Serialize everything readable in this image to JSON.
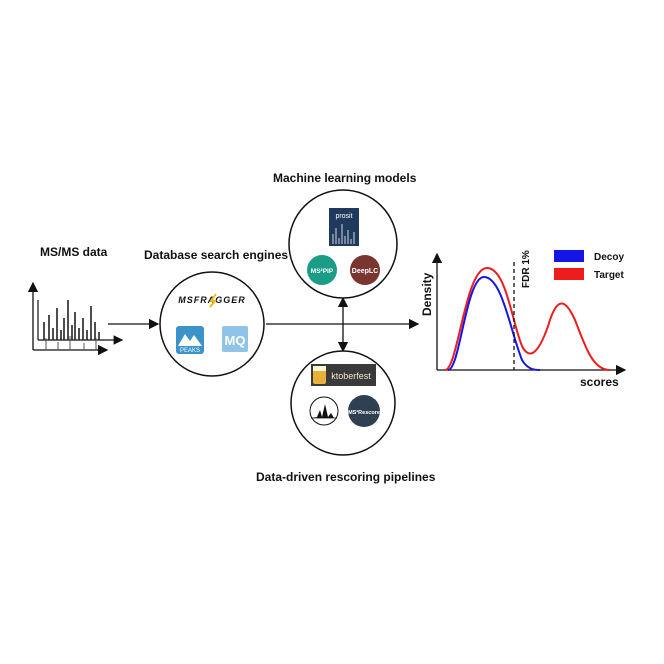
{
  "titles": {
    "msms": "MS/MS data",
    "search_engines": "Database search engines",
    "ml_models": "Machine learning models",
    "pipelines": "Data-driven rescoring pipelines"
  },
  "search_engine_logos": {
    "msfragger": "MSFRAGGER",
    "peaks": "PEAKS",
    "maxquant": "MQ"
  },
  "ml_logos": {
    "prosit": "prosit",
    "ms2pip": "MS²PIP",
    "deeplc": "DeepLC"
  },
  "pipeline_logos": {
    "oktoberfest": "ktoberfest",
    "ms2rescore": "MS²Rescore"
  },
  "density_chart": {
    "ylabel": "Density",
    "xlabel": "scores",
    "threshold_label": "FDR 1%",
    "legend": [
      {
        "name": "Decoy",
        "color": "#1515e8"
      },
      {
        "name": "Target",
        "color": "#ee1c1c"
      }
    ]
  },
  "colors": {
    "ms2pip": "#1a9c86",
    "deeplc": "#7a3530",
    "ms2rescore": "#2f3f52",
    "peaks": "#3b93c9",
    "maxquant": "#8fc4e8",
    "prosit_bg": "#1f3a5c",
    "oktoberfest_bg": "#3a3a3a"
  }
}
